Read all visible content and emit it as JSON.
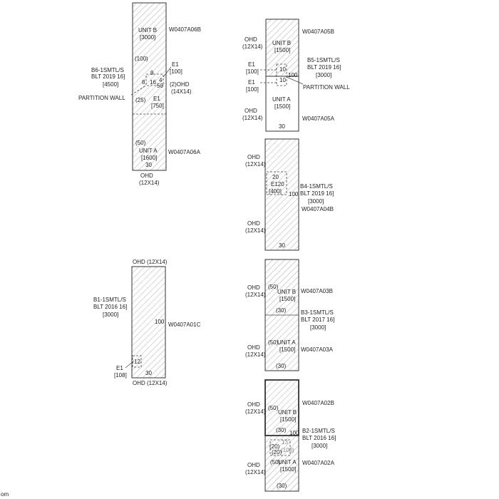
{
  "b6": {
    "unit_b": "UNIT B",
    "unit_b_area": "[3000]",
    "unit_b_id": "W0407A06B",
    "name_l1": "B6-1SMTL/S",
    "name_l2": "BLT 2019 16]",
    "name_l3": "[4500]",
    "d100": "(100)",
    "e1_label": "E1",
    "e1_val": "[100]",
    "n9": "9",
    "n8": "8",
    "n16": "16",
    "n4": "4",
    "n50": "50",
    "ohd2": "(2)OHD",
    "ohd2_size": "(14X14)",
    "partition": "PARTITION WALL",
    "d25": "(25)",
    "e1b_label": "E1",
    "e1b_val": "[750]",
    "d50": "(50)",
    "unit_a": "UNIT A",
    "unit_a_area": "[1600]",
    "n30": "30",
    "unit_a_id": "W0407A06A",
    "ohd": "OHD",
    "ohd_size": "(12X14)"
  },
  "b5": {
    "unit_b_id": "W0407A05B",
    "ohd_top": "OHD",
    "ohd_top_size": "(12X14)",
    "unit_b": "UNIT B",
    "unit_b_area": "[1500]",
    "name_l1": "B5-1SMTL/S",
    "name_l2": "BLT 2019 16]",
    "name_l3": "[3000]",
    "e1a_label": "E1",
    "e1a_val": "[100]",
    "n10a": "10",
    "n10b": "10",
    "n100": "100",
    "e1b_label": "E1",
    "e1b_val": "[100]",
    "partition": "PARTITION WALL",
    "unit_a": "UNIT A",
    "unit_a_area": "[1500]",
    "ohd_bot": "OHD",
    "ohd_bot_size": "(12X14)",
    "unit_a_id": "W0407A05A",
    "n30": "30"
  },
  "b4": {
    "ohd_top": "OHD",
    "ohd_top_size": "(12X14)",
    "n20": "20",
    "e120": "E120",
    "e120_val": "[400]",
    "n100": "100",
    "name_l1": "B4-1SMTL/S",
    "name_l2": "BLT 2019 16]",
    "name_l3": "[3000]",
    "unit_id": "W0407A04B",
    "ohd_bot": "OHD",
    "ohd_bot_size": "(12X14)",
    "n30": "30"
  },
  "b1": {
    "ohd_top": "OHD (12X14)",
    "name_l1": "B1-1SMTL/S",
    "name_l2": "BLT 2016 16]",
    "name_l3": "[3000]",
    "n100": "100",
    "unit_id": "W0407A01C",
    "n12": "12",
    "e1_label": "E1",
    "e1_val": "[108]",
    "n30": "30",
    "ohd_bot": "OHD (12X14)"
  },
  "b3": {
    "ohd_top": "OHD",
    "ohd_top_size": "(12X14)",
    "d50a": "(50)",
    "unit_b": "UNIT B",
    "unit_b_area": "[1500]",
    "unit_b_id": "W0407A03B",
    "d30a": "(30)",
    "name_l1": "B3-1SMTL/S",
    "name_l2": "BLT 2017 16]",
    "name_l3": "[3000]",
    "ohd_bot": "OHD",
    "ohd_bot_size": "(12X14)",
    "d50b": "(50)",
    "unit_a": "UNIT A",
    "unit_a_area": "[1500]",
    "unit_a_id": "W0407A03A",
    "d30b": "(30)"
  },
  "b2": {
    "unit_b_id": "W0407A02B",
    "ohd_top": "OHD",
    "ohd_top_size": "(12X14)",
    "d50a": "(50)",
    "unit_b": "UNIT B",
    "unit_b_area": "[1500]",
    "d30a": "(30)",
    "n100": "100",
    "name_l1": "B2-1SMTL/S",
    "name_l2": "BLT 2016 16]",
    "name_l3": "[3000]",
    "d20a": "(20)",
    "d20b": "(20)",
    "n13": "13",
    "d100": "(100)",
    "ohd_bot": "OHD",
    "ohd_bot_size": "(12X14)",
    "d50b": "(50)",
    "unit_a": "UNIT A",
    "unit_a_area": "[1500]",
    "unit_a_id": "W0407A02A",
    "d30b": "(30)"
  },
  "corner_text": "om"
}
